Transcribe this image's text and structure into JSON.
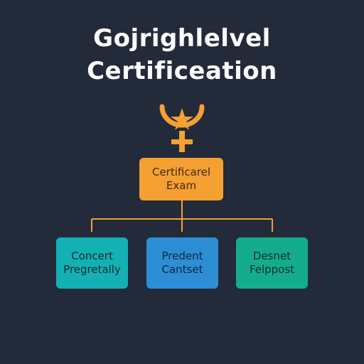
{
  "title": {
    "line1": "Gojrighlelvel",
    "line2": "Certificeation"
  },
  "emblem": {
    "icon": "venus-star-emblem-icon",
    "color": "#f5a033"
  },
  "colors": {
    "background": "#232a3a",
    "connector": "#f5a033",
    "root": "#f5a033",
    "left": "#14b1b4",
    "center": "#2c8fd6",
    "right": "#13ad8e"
  },
  "diagram": {
    "root": {
      "line1": "Certificarel",
      "line2": "Exam"
    },
    "children": [
      {
        "line1": "Concert",
        "line2": "Pregretally"
      },
      {
        "line1": "Predent",
        "line2": "Cantset"
      },
      {
        "line1": "Desnet",
        "line2": "Felppost"
      }
    ]
  }
}
